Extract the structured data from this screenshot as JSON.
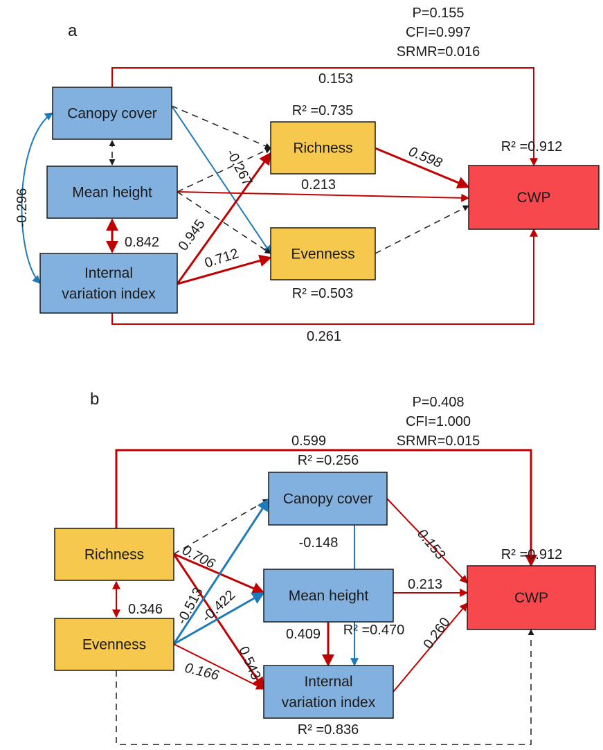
{
  "colors": {
    "blue_box": "#83b1df",
    "yellow_box": "#f6c94e",
    "red_box": "#f7484e",
    "red_path": "#c00000",
    "blue_path": "#1f7ab8",
    "ns_path": "#1a1a1a"
  },
  "panels": [
    {
      "id": "a",
      "label": "a",
      "fit": [
        "P=0.155",
        "CFI=0.997",
        "SRMR=0.016"
      ],
      "nodes": {
        "canopy": {
          "lines": [
            "Canopy cover"
          ],
          "type": "blue"
        },
        "height": {
          "lines": [
            "Mean height"
          ],
          "type": "blue"
        },
        "ivi": {
          "lines": [
            "Internal",
            "variation index"
          ],
          "type": "blue"
        },
        "rich": {
          "lines": [
            "Richness"
          ],
          "type": "yellow",
          "r2": "R² =0.735"
        },
        "even": {
          "lines": [
            "Evenness"
          ],
          "type": "yellow",
          "r2": "R² =0.503"
        },
        "cwp": {
          "lines": [
            "CWP"
          ],
          "type": "red",
          "r2": "R² =0.912"
        }
      },
      "edges": [
        {
          "from": "canopy",
          "to": "cwp",
          "coef": "0.153",
          "sign": "pos"
        },
        {
          "from": "canopy",
          "to": "rich",
          "coef": "",
          "sign": "ns"
        },
        {
          "from": "canopy",
          "to": "even",
          "coef": "-0.267",
          "sign": "neg"
        },
        {
          "from": "canopy",
          "to": "height",
          "coef": "",
          "sign": "ns",
          "bidir": true
        },
        {
          "from": "height",
          "to": "rich",
          "coef": "",
          "sign": "ns"
        },
        {
          "from": "height",
          "to": "even",
          "coef": "",
          "sign": "ns"
        },
        {
          "from": "cwp",
          "to": "height",
          "coef": "0.213",
          "sign": "pos",
          "note": "arrow drawn pointing both to CWP"
        },
        {
          "from": "height",
          "to": "ivi",
          "coef": "0.842",
          "sign": "pos",
          "bidir": true
        },
        {
          "from": "canopy",
          "to": "ivi",
          "coef": "-0.296",
          "sign": "neg",
          "bidir": true
        },
        {
          "from": "ivi",
          "to": "rich",
          "coef": "0.945",
          "sign": "pos"
        },
        {
          "from": "ivi",
          "to": "even",
          "coef": "0.712",
          "sign": "pos"
        },
        {
          "from": "rich",
          "to": "cwp",
          "coef": "0.598",
          "sign": "pos"
        },
        {
          "from": "even",
          "to": "cwp",
          "coef": "",
          "sign": "ns"
        },
        {
          "from": "ivi",
          "to": "cwp",
          "coef": "0.261",
          "sign": "pos"
        }
      ]
    },
    {
      "id": "b",
      "label": "b",
      "fit": [
        "P=0.408",
        "CFI=1.000",
        "SRMR=0.015"
      ],
      "nodes": {
        "rich": {
          "lines": [
            "Richness"
          ],
          "type": "yellow"
        },
        "even": {
          "lines": [
            "Evenness"
          ],
          "type": "yellow"
        },
        "canopy": {
          "lines": [
            "Canopy cover"
          ],
          "type": "blue",
          "r2": "R² =0.256"
        },
        "height": {
          "lines": [
            "Mean height"
          ],
          "type": "blue",
          "r2": "R² =0.470"
        },
        "ivi": {
          "lines": [
            "Internal",
            "variation index"
          ],
          "type": "blue",
          "r2": "R² =0.836"
        },
        "cwp": {
          "lines": [
            "CWP"
          ],
          "type": "red",
          "r2": "R² =0.912"
        }
      },
      "edges": [
        {
          "from": "rich",
          "to": "cwp",
          "coef": "0.599",
          "sign": "pos"
        },
        {
          "from": "rich",
          "to": "canopy",
          "coef": "",
          "sign": "ns"
        },
        {
          "from": "rich",
          "to": "height",
          "coef": "0.706",
          "sign": "pos"
        },
        {
          "from": "rich",
          "to": "ivi",
          "coef": "0.543",
          "sign": "pos"
        },
        {
          "from": "rich",
          "to": "even",
          "coef": "0.346",
          "sign": "pos",
          "bidir": true
        },
        {
          "from": "even",
          "to": "canopy",
          "coef": "-0.513",
          "sign": "neg"
        },
        {
          "from": "even",
          "to": "height",
          "coef": "-0.422",
          "sign": "neg"
        },
        {
          "from": "even",
          "to": "ivi",
          "coef": "0.166",
          "sign": "pos"
        },
        {
          "from": "even",
          "to": "cwp",
          "coef": "",
          "sign": "ns"
        },
        {
          "from": "canopy",
          "to": "ivi",
          "coef": "-0.148",
          "sign": "neg"
        },
        {
          "from": "canopy",
          "to": "cwp",
          "coef": "0.153",
          "sign": "pos"
        },
        {
          "from": "height",
          "to": "ivi",
          "coef": "0.409",
          "sign": "pos"
        },
        {
          "from": "height",
          "to": "cwp",
          "coef": "0.213",
          "sign": "pos"
        },
        {
          "from": "ivi",
          "to": "cwp",
          "coef": "0.260",
          "sign": "pos"
        }
      ]
    }
  ]
}
